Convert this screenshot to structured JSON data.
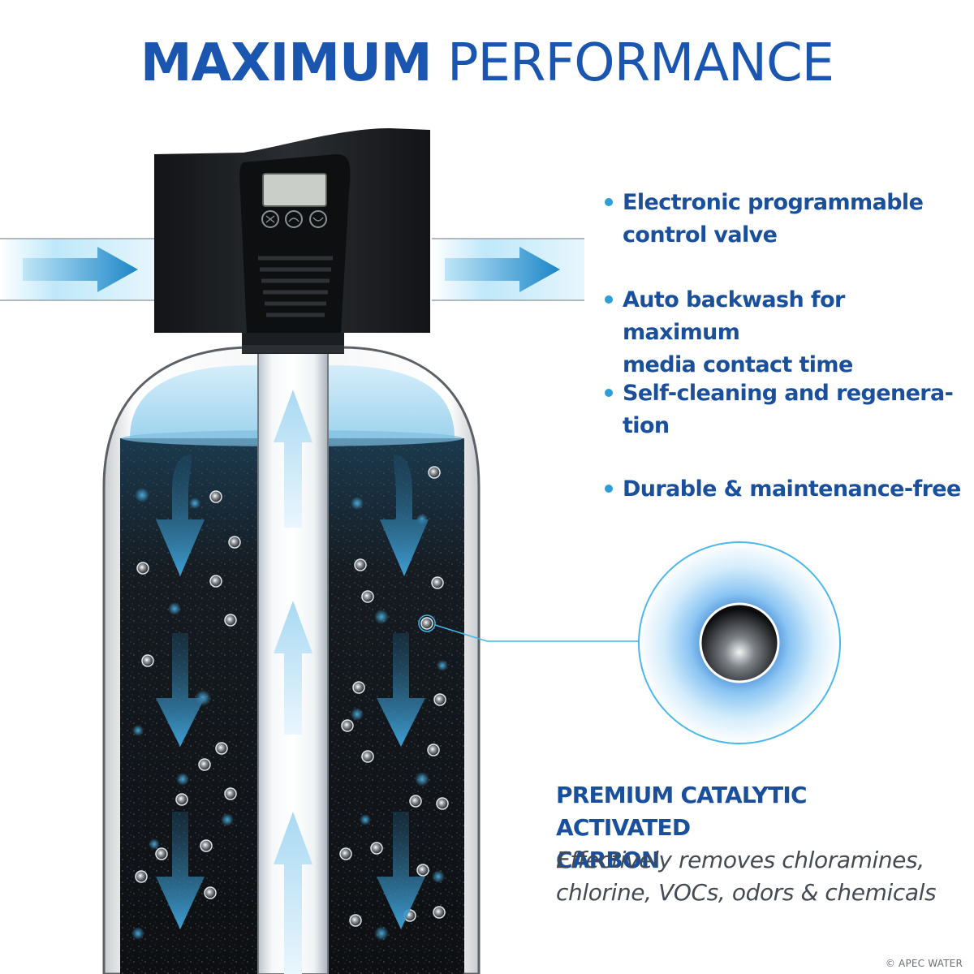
{
  "title": {
    "bold": "MAXIMUM",
    "light": "PERFORMANCE"
  },
  "features": [
    {
      "line1": "Electronic programmable",
      "line2": "control valve"
    },
    {
      "line1": "Auto backwash for maximum",
      "line2": "media contact time"
    },
    {
      "line1": "Self-cleaning and regenera-",
      "line2": "tion"
    },
    {
      "line1": "Durable & maintenance-free",
      "line2": ""
    }
  ],
  "carbon": {
    "heading_line1": "PREMIUM CATALYTIC ACTIVATED",
    "heading_line2": "CARBON",
    "desc_line1": "Effectively removes chloramines,",
    "desc_line2": "chlorine, VOCs, odors & chemicals"
  },
  "copyright": "© APEC WATER",
  "icons": [
    "flow-arrow-icon",
    "carbon-granule-icon",
    "control-button-icon"
  ],
  "colors": {
    "title_blue": "#1a56b0",
    "text_blue": "#1a4f9c",
    "bullet_blue": "#2a9fd9",
    "accent_cyan": "#5bc8f0"
  }
}
